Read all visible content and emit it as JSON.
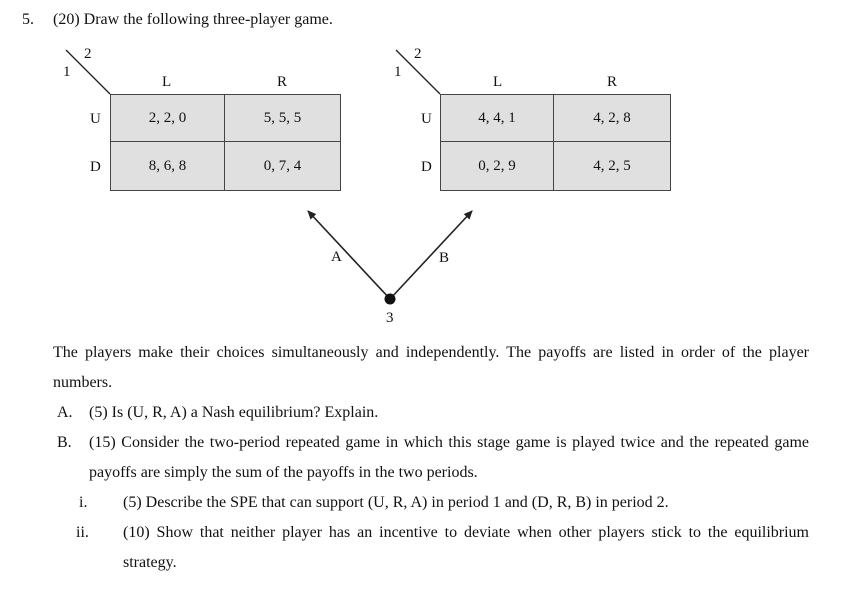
{
  "question": {
    "number": "5.",
    "header": "(20) Draw the following three-player game."
  },
  "game": {
    "left_matrix": {
      "player_col": "2",
      "player_row": "1",
      "col_labels": [
        "L",
        "R"
      ],
      "row_labels": [
        "U",
        "D"
      ],
      "cells": [
        [
          "2, 2, 0",
          "5, 5, 5"
        ],
        [
          "8, 6, 8",
          "0, 7, 4"
        ]
      ]
    },
    "right_matrix": {
      "player_col": "2",
      "player_row": "1",
      "col_labels": [
        "L",
        "R"
      ],
      "row_labels": [
        "U",
        "D"
      ],
      "cells": [
        [
          "4, 4, 1",
          "4, 2, 8"
        ],
        [
          "0, 2, 9",
          "4, 2, 5"
        ]
      ]
    },
    "tree": {
      "left_branch": "A",
      "right_branch": "B",
      "node_player": "3"
    },
    "colors": {
      "cell_fill": "#e0e0e0",
      "border": "#444444"
    }
  },
  "body": {
    "intro": "The players make their choices simultaneously and independently. The payoffs are listed in order of the player numbers.",
    "items": [
      {
        "marker": "A.",
        "text": "(5) Is (U, R, A) a Nash equilibrium? Explain."
      },
      {
        "marker": "B.",
        "text": "(15) Consider the two-period repeated game in which this stage game is played twice and the repeated game payoffs are simply the sum of the payoffs in the two periods."
      }
    ],
    "subitems": [
      {
        "marker": "i.",
        "text": "(5) Describe the SPE that can support (U, R, A) in period 1 and (D, R, B) in period 2."
      },
      {
        "marker": "ii.",
        "text": "(10) Show that neither player has an incentive to deviate when other players stick to the equilibrium strategy."
      }
    ]
  }
}
